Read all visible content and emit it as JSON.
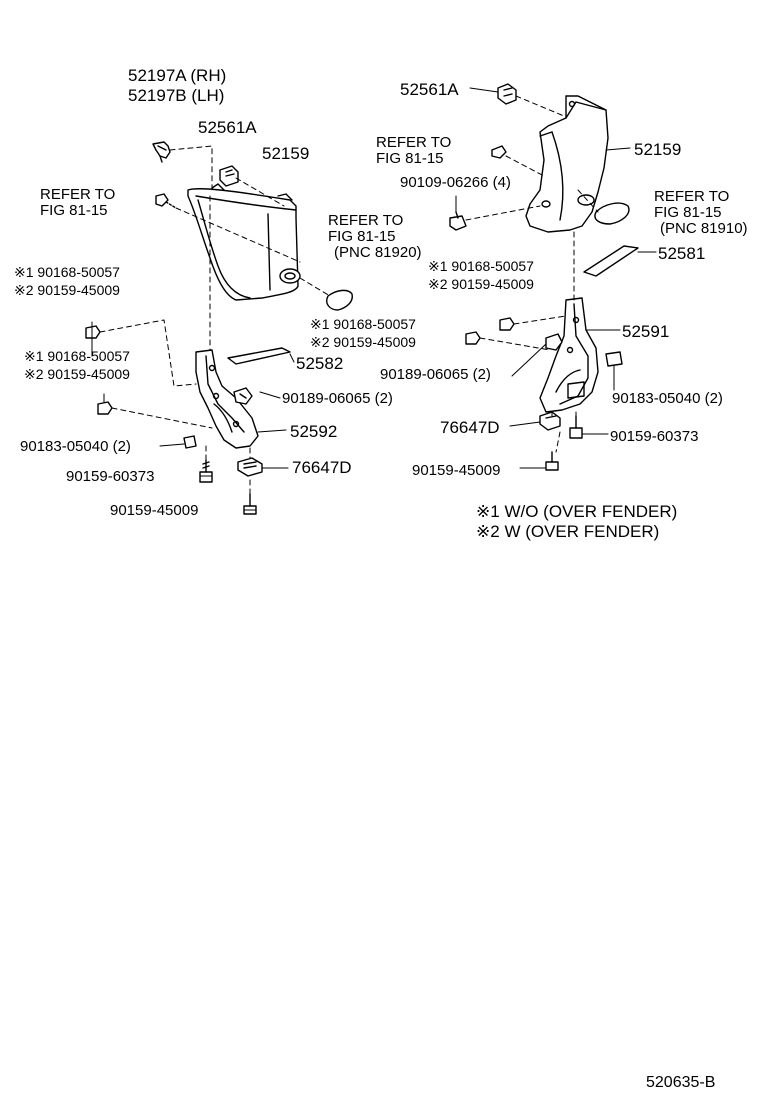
{
  "diagram_code": "520635-B",
  "notes": [
    {
      "mark": "※1",
      "text": "W/O (OVER FENDER)"
    },
    {
      "mark": "※2",
      "text": "W (OVER FENDER)"
    }
  ],
  "left_assembly": {
    "p_52197": [
      "52197A (RH)",
      "52197B (LH)"
    ],
    "p_52561a": "52561A",
    "p_52159": "52159",
    "refer_a": [
      "REFER TO",
      "FIG 81-15"
    ],
    "refer_b": [
      "REFER TO",
      "FIG 81-15",
      "(PNC 81920)"
    ],
    "note_set_1": [
      "※1 90168-50057",
      "※2 90159-45009"
    ],
    "note_set_2": [
      "※1 90168-50057",
      "※2 90159-45009"
    ],
    "p_52582": "52582",
    "p_90189": "90189-06065 (2)",
    "p_52592": "52592",
    "p_90183": "90183-05040 (2)",
    "p_90159_60373": "90159-60373",
    "p_76647d": "76647D",
    "p_90159_45009": "90159-45009"
  },
  "right_assembly": {
    "p_52561a": "52561A",
    "refer_a": [
      "REFER TO",
      "FIG 81-15"
    ],
    "p_52159": "52159",
    "p_90109": "90109-06266 (4)",
    "refer_b": [
      "REFER TO",
      "FIG 81-15",
      "(PNC 81910)"
    ],
    "note_set_1": [
      "※1 90168-50057",
      "※2 90159-45009"
    ],
    "p_52581": "52581",
    "note_set_2": [
      "※1 90168-50057",
      "※2 90159-45009"
    ],
    "p_52591": "52591",
    "p_90189": "90189-06065 (2)",
    "p_90183": "90183-05040 (2)",
    "p_76647d": "76647D",
    "p_90159_60373": "90159-60373",
    "p_90159_45009": "90159-45009"
  }
}
